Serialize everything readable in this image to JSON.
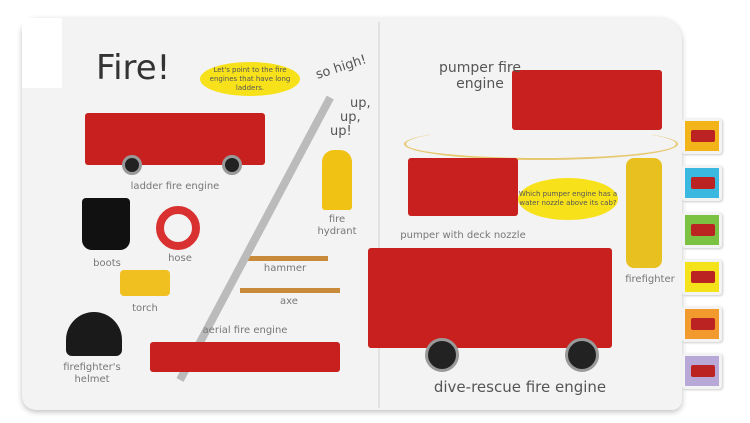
{
  "title": "Fire!",
  "bubbles": {
    "left": "Let's point to the fire engines that have long ladders.",
    "right": "Which pumper engine has a water nozzle above its cab?"
  },
  "ladder_text": [
    "so high!",
    "up,",
    "up,",
    "up!"
  ],
  "labels": {
    "ladder_fire_engine": "ladder fire engine",
    "boots": "boots",
    "hose": "hose",
    "torch": "torch",
    "helmet": "firefighter's helmet",
    "fire_hydrant": "fire hydrant",
    "hammer": "hammer",
    "axe": "axe",
    "aerial_fire_engine": "aerial fire engine",
    "pumper_fire_engine": "pumper fire engine",
    "pumper_deck_nozzle": "pumper with deck nozzle",
    "firefighter": "firefighter",
    "dive_rescue": "dive-rescue fire engine"
  },
  "tabs": [
    {
      "icon": "fire-engine-icon",
      "color": "#f3b41a"
    },
    {
      "icon": "tractor-icon",
      "color": "#3bb8e0"
    },
    {
      "icon": "dump-truck-icon",
      "color": "#7cc242"
    },
    {
      "icon": "truck-icon",
      "color": "#f4e21b"
    },
    {
      "icon": "bus-icon",
      "color": "#f29a2e"
    },
    {
      "icon": "digger-icon",
      "color": "#b7a8d8"
    }
  ]
}
